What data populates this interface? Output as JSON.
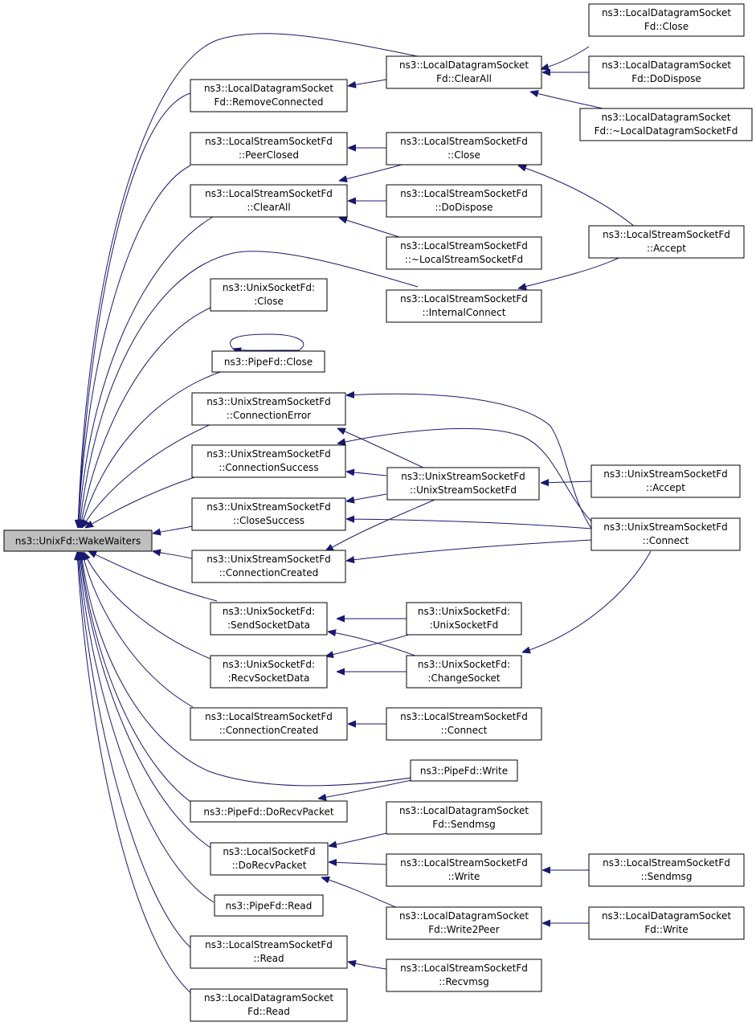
{
  "colors": {
    "edge": "#191970",
    "root_fill": "#bfbfbf",
    "node_fill": "#ffffff",
    "node_border": "#000000"
  },
  "nodes": {
    "wakewaiters": {
      "lines": [
        "ns3::UnixFd::WakeWaiters"
      ]
    },
    "ldsf_removeconnected": {
      "lines": [
        "ns3::LocalDatagramSocket",
        "Fd::RemoveConnected"
      ]
    },
    "ldsf_clearall": {
      "lines": [
        "ns3::LocalDatagramSocket",
        "Fd::ClearAll"
      ]
    },
    "ldsf_close": {
      "lines": [
        "ns3::LocalDatagramSocket",
        "Fd::Close"
      ]
    },
    "ldsf_dodispose": {
      "lines": [
        "ns3::LocalDatagramSocket",
        "Fd::DoDispose"
      ]
    },
    "ldsf_destructor": {
      "lines": [
        "ns3::LocalDatagramSocket",
        "Fd::~LocalDatagramSocketFd"
      ]
    },
    "lssf_peerclosed": {
      "lines": [
        "ns3::LocalStreamSocketFd",
        "::PeerClosed"
      ]
    },
    "lssf_close": {
      "lines": [
        "ns3::LocalStreamSocketFd",
        "::Close"
      ]
    },
    "lssf_clearall": {
      "lines": [
        "ns3::LocalStreamSocketFd",
        "::ClearAll"
      ]
    },
    "lssf_dodispose": {
      "lines": [
        "ns3::LocalStreamSocketFd",
        "::DoDispose"
      ]
    },
    "lssf_destructor": {
      "lines": [
        "ns3::LocalStreamSocketFd",
        "::~LocalStreamSocketFd"
      ]
    },
    "lssf_accept": {
      "lines": [
        "ns3::LocalStreamSocketFd",
        "::Accept"
      ]
    },
    "lssf_internalconnect": {
      "lines": [
        "ns3::LocalStreamSocketFd",
        "::InternalConnect"
      ]
    },
    "usf_close": {
      "lines": [
        "ns3::UnixSocketFd:",
        ":Close"
      ]
    },
    "pipefd_close": {
      "lines": [
        "ns3::PipeFd::Close"
      ]
    },
    "ussf_connectionerror": {
      "lines": [
        "ns3::UnixStreamSocketFd",
        "::ConnectionError"
      ]
    },
    "ussf_connectionsuccess": {
      "lines": [
        "ns3::UnixStreamSocketFd",
        "::ConnectionSuccess"
      ]
    },
    "ussf_ctor": {
      "lines": [
        "ns3::UnixStreamSocketFd",
        "::UnixStreamSocketFd"
      ]
    },
    "ussf_accept": {
      "lines": [
        "ns3::UnixStreamSocketFd",
        "::Accept"
      ]
    },
    "ussf_closesuccess": {
      "lines": [
        "ns3::UnixStreamSocketFd",
        "::CloseSuccess"
      ]
    },
    "ussf_connect": {
      "lines": [
        "ns3::UnixStreamSocketFd",
        "::Connect"
      ]
    },
    "ussf_connectioncreated": {
      "lines": [
        "ns3::UnixStreamSocketFd",
        "::ConnectionCreated"
      ]
    },
    "usf_sendsocketdata": {
      "lines": [
        "ns3::UnixSocketFd:",
        ":SendSocketData"
      ]
    },
    "usf_ctor": {
      "lines": [
        "ns3::UnixSocketFd:",
        ":UnixSocketFd"
      ]
    },
    "usf_recvsocketdata": {
      "lines": [
        "ns3::UnixSocketFd:",
        ":RecvSocketData"
      ]
    },
    "usf_changesocket": {
      "lines": [
        "ns3::UnixSocketFd:",
        ":ChangeSocket"
      ]
    },
    "lssf_connectioncreated": {
      "lines": [
        "ns3::LocalStreamSocketFd",
        "::ConnectionCreated"
      ]
    },
    "lssf_connect": {
      "lines": [
        "ns3::LocalStreamSocketFd",
        "::Connect"
      ]
    },
    "pipefd_write": {
      "lines": [
        "ns3::PipeFd::Write"
      ]
    },
    "pipefd_dorecvpacket": {
      "lines": [
        "ns3::PipeFd::DoRecvPacket"
      ]
    },
    "ldsf_sendmsg": {
      "lines": [
        "ns3::LocalDatagramSocket",
        "Fd::Sendmsg"
      ]
    },
    "lsf_dorecvpacket": {
      "lines": [
        "ns3::LocalSocketFd",
        "::DoRecvPacket"
      ]
    },
    "lssf_write": {
      "lines": [
        "ns3::LocalStreamSocketFd",
        "::Write"
      ]
    },
    "lssf_sendmsg": {
      "lines": [
        "ns3::LocalStreamSocketFd",
        "::Sendmsg"
      ]
    },
    "pipefd_read": {
      "lines": [
        "ns3::PipeFd::Read"
      ]
    },
    "ldsf_write2peer": {
      "lines": [
        "ns3::LocalDatagramSocket",
        "Fd::Write2Peer"
      ]
    },
    "ldsf_write": {
      "lines": [
        "ns3::LocalDatagramSocket",
        "Fd::Write"
      ]
    },
    "lssf_read": {
      "lines": [
        "ns3::LocalStreamSocketFd",
        "::Read"
      ]
    },
    "lssf_recvmsg": {
      "lines": [
        "ns3::LocalStreamSocketFd",
        "::Recvmsg"
      ]
    },
    "ldsf_read": {
      "lines": [
        "ns3::LocalDatagramSocket",
        "Fd::Read"
      ]
    }
  }
}
